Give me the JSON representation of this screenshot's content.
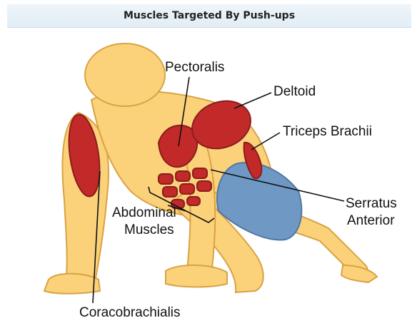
{
  "title": "Muscles Targeted By Push-ups",
  "labels": {
    "pectoralis": "Pectoralis",
    "deltoid": "Deltoid",
    "triceps": "Triceps Brachii",
    "serratus_line1": "Serratus",
    "serratus_line2": "Anterior",
    "abdominal_line1": "Abdominal",
    "abdominal_line2": "Muscles",
    "coracobrachialis": "Coracobrachialis"
  },
  "colors": {
    "skin": "#fbd27a",
    "skin_outline": "#d9a244",
    "muscle": "#c22a2a",
    "muscle_dark": "#8a1c1c",
    "shorts": "#6f98c4",
    "header_bg": "#e6eff6"
  }
}
